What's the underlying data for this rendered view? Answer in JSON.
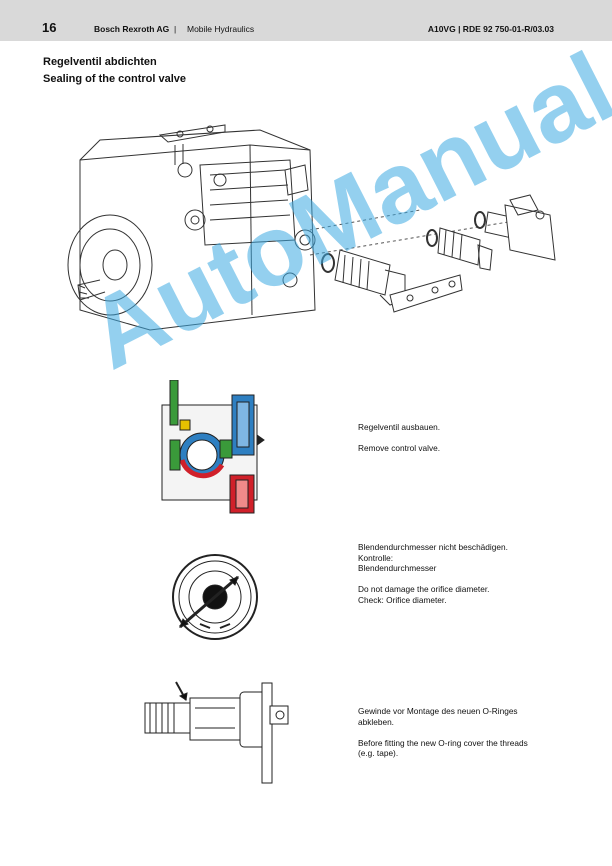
{
  "header": {
    "page_number": "16",
    "company": "Bosch Rexroth AG",
    "separator": "|",
    "division": "Mobile Hydraulics",
    "doc_ref": "A10VG  |  RDE 92 750-01-R/03.03"
  },
  "section": {
    "title_de": "Regelventil abdichten",
    "title_en": "Sealing of the control valve"
  },
  "steps": [
    {
      "caption": "Regelventil ausbauen.\n\nRemove control valve."
    },
    {
      "caption": "Blendendurchmesser nicht beschädigen.\nKontrolle:\nBlendendurchmesser\n\nDo not damage the orifice diameter.\nCheck: Orifice diameter."
    },
    {
      "caption": "Gewinde vor Montage des neuen O-Ringes\nabkleben.\n\nBefore fitting the new O-ring cover the threads\n(e.g. tape)."
    }
  ],
  "watermark": "AutoManual",
  "colors": {
    "header_bg": "#d9d9d9",
    "watermark": "#3caae1",
    "blue": "#2e7fc1",
    "red": "#d0202a",
    "green": "#3a9a3a",
    "yellow": "#e6c200"
  }
}
